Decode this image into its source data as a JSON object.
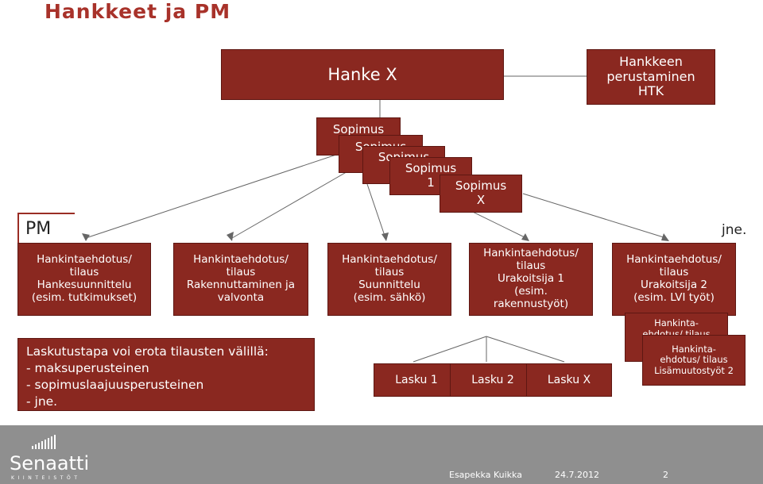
{
  "header": {
    "title": "Hankkeet ja PM"
  },
  "hanke": {
    "label": "Hanke X"
  },
  "perustaminen": {
    "label": "Hankkeen perustaminen\nHTK"
  },
  "sopimukset": [
    {
      "label": "Sopimus"
    },
    {
      "label": "Sopimus"
    },
    {
      "label": "Sopimus"
    },
    {
      "label": "Sopimus\n1"
    },
    {
      "label": "Sopimus\nX"
    }
  ],
  "pm_label": "PM",
  "jne": "jne.",
  "tilaukset": [
    {
      "label": "Hankintaehdotus/\ntilaus\nHankesuunnittelu\n(esim. tutkimukset)"
    },
    {
      "label": "Hankintaehdotus/\ntilaus\nRakennuttaminen ja\nvalvonta"
    },
    {
      "label": "Hankintaehdotus/\ntilaus\nSuunnittelu\n(esim. sähkö)"
    },
    {
      "label": "Hankintaehdotus/\ntilaus\nUrakoitsija 1\n(esim.\nrakennustyöt)"
    },
    {
      "label": "Hankintaehdotus/\ntilaus\nUrakoitsija 2\n(esim. LVI työt)"
    }
  ],
  "lisatyot": [
    {
      "label": "Hankinta-\nehdotus/ tilaus\nLisä"
    },
    {
      "label": "Hankinta-\nehdotus/ tilaus\nLisämuutostyöt 2"
    }
  ],
  "laskut": [
    {
      "label": "Lasku 1"
    },
    {
      "label": "Lasku 2"
    },
    {
      "label": "Lasku X"
    }
  ],
  "laskutustapa": "Laskutustapa voi erota tilausten välillä:\n- maksuperusteinen\n- sopimuslaajuusperusteinen\n- jne.",
  "footer": {
    "logo": "Senaatti",
    "logo_sub": "KIINTEISTÖT",
    "author": "Esapekka Kuikka",
    "date": "24.7.2012",
    "page": "2"
  }
}
